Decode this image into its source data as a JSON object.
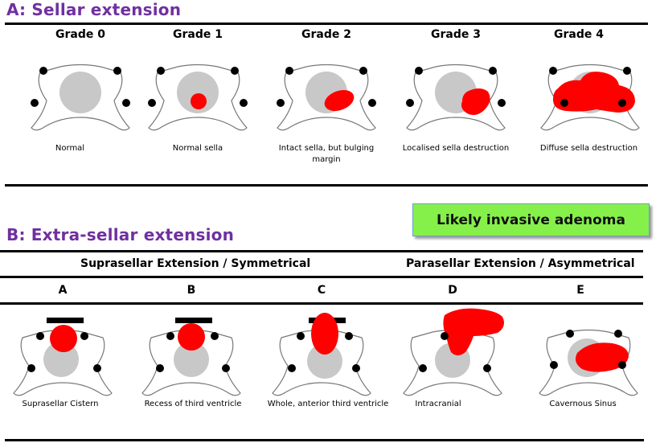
{
  "sectionA": {
    "title": "A:  Sellar extension",
    "grades": [
      {
        "label": "Grade 0",
        "caption": "Normal"
      },
      {
        "label": "Grade 1",
        "caption": "Normal sella"
      },
      {
        "label": "Grade 2",
        "caption": "Intact sella, but bulging margin"
      },
      {
        "label": "Grade 3",
        "caption": "Localised sella destruction"
      },
      {
        "label": "Grade 4",
        "caption": "Diffuse sella destruction"
      }
    ]
  },
  "badge": {
    "text": "Likely invasive adenoma",
    "color": "#86f04a"
  },
  "sectionB": {
    "title": "B:  Extra-sellar extension",
    "groups": {
      "suprasellar": "Suprasellar Extension / Symmetrical",
      "parasellar": "Parasellar Extension / Asymmetrical"
    },
    "types": [
      {
        "label": "A",
        "caption": "Suprasellar Cistern"
      },
      {
        "label": "B",
        "caption": "Recess of third ventricle"
      },
      {
        "label": "C",
        "caption": "Whole, anterior third ventricle"
      },
      {
        "label": "D",
        "caption": "Intracranial"
      },
      {
        "label": "E",
        "caption": "Cavernous Sinus"
      }
    ]
  },
  "colors": {
    "title": "#7030a0",
    "tumor": "#ff0000",
    "sella": "#c8c8c8",
    "rule": "#000000"
  }
}
